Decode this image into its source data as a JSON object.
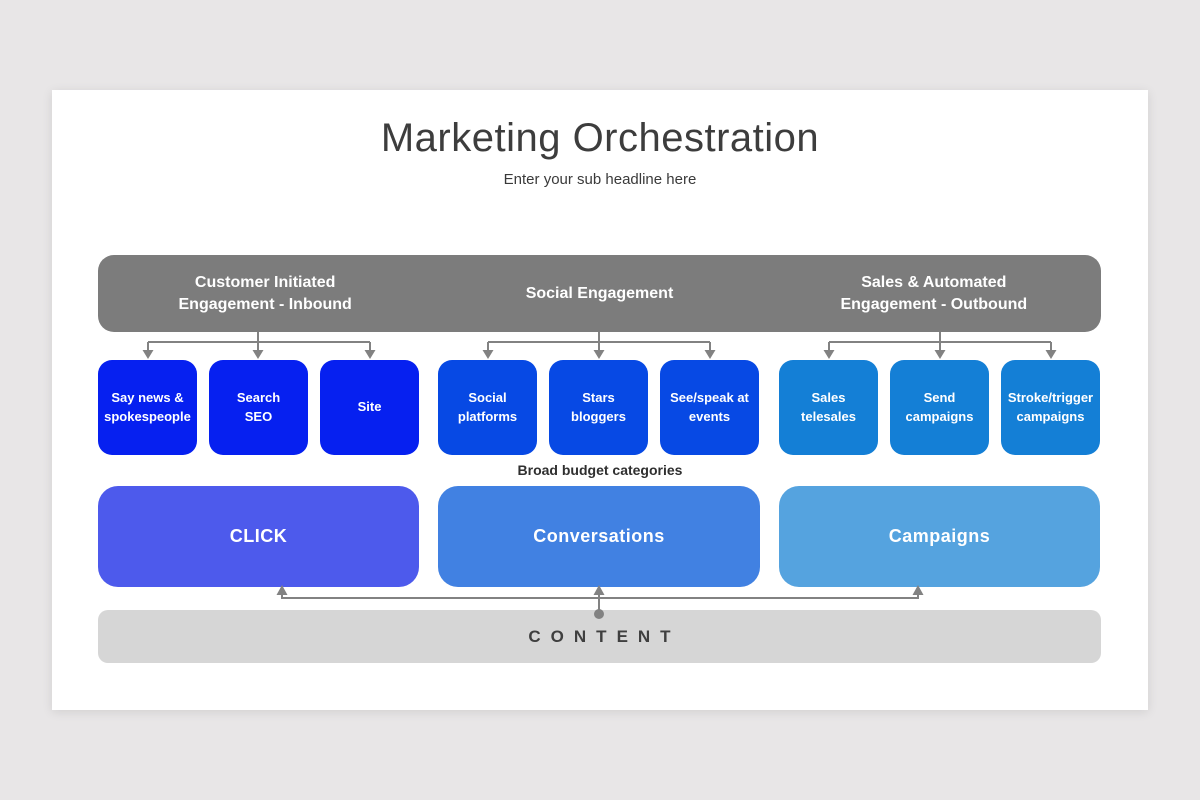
{
  "page": {
    "background_color": "#e8e6e7",
    "slide_color": "#ffffff"
  },
  "slide": {
    "title": "Marketing Orchestration",
    "subtitle": "Enter your sub headline here"
  },
  "diagram": {
    "header_bar_color": "#7c7c7c",
    "connector_color": "#828282",
    "budget_caption": "Broad budget categories",
    "content_bar": {
      "label": "CONTENT",
      "color": "#d6d6d6"
    },
    "groups": [
      {
        "header": "Customer Initiated\nEngagement - Inbound",
        "node_color": "#0620f0",
        "boxes": [
          "Say news &\nspokespeople",
          "Search\nSEO",
          "Site"
        ],
        "category": {
          "label": "CLICK",
          "color": "#4d5aec"
        }
      },
      {
        "header": "Social Engagement",
        "node_color": "#0749e4",
        "boxes": [
          "Social\nplatforms",
          "Stars\nbloggers",
          "See/speak at\nevents"
        ],
        "category": {
          "label": "Conversations",
          "color": "#4181e2"
        }
      },
      {
        "header": "Sales & Automated\nEngagement - Outbound",
        "node_color": "#147fd6",
        "boxes": [
          "Sales\ntelesales",
          "Send\ncampaigns",
          "Stroke/trigger\ncampaigns"
        ],
        "category": {
          "label": "Campaigns",
          "color": "#55a3df"
        }
      }
    ]
  }
}
